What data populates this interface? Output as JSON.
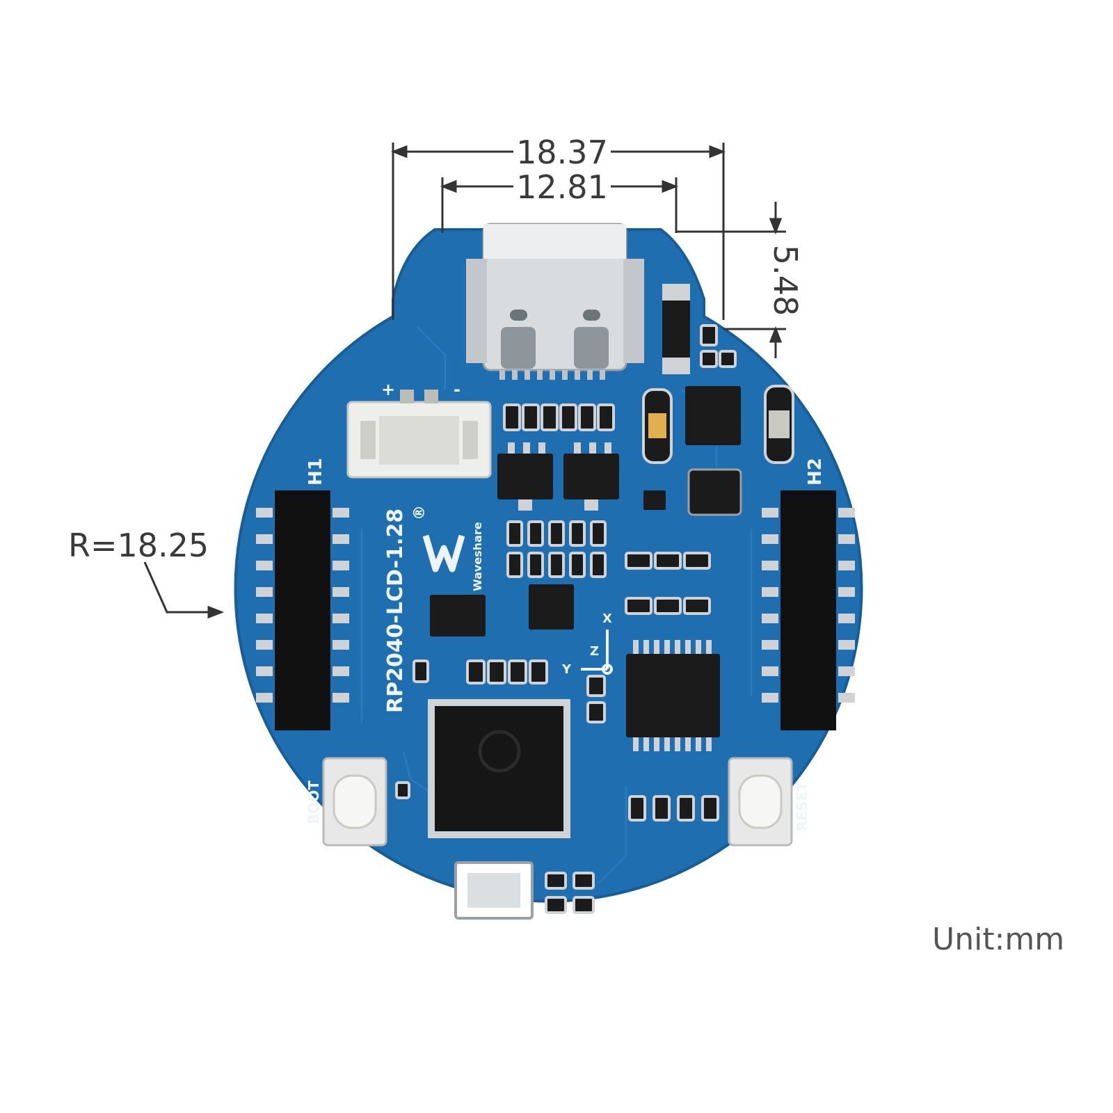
{
  "dimensions": {
    "overall_width": "18.37",
    "connector_width": "12.81",
    "connector_height": "5.48",
    "radius": "R=18.25",
    "unit": "Unit:mm"
  },
  "silkscreen": {
    "board_name": "RP2040-LCD-1.28",
    "header_left": "H1",
    "header_right": "H2",
    "button_left": "BOOT",
    "button_right": "RESET",
    "brand": "Waveshare",
    "registered": "®",
    "battery_plus": "+",
    "battery_minus": "-",
    "axis_x": "X",
    "axis_y": "Y",
    "axis_z": "Z"
  },
  "colors": {
    "pcb": "#1f6fb0",
    "pcb_edge": "#175d96",
    "chip": "#1b1b1b",
    "header": "#111111",
    "pad": "#cfd3d6",
    "dimension_line": "#333333"
  }
}
